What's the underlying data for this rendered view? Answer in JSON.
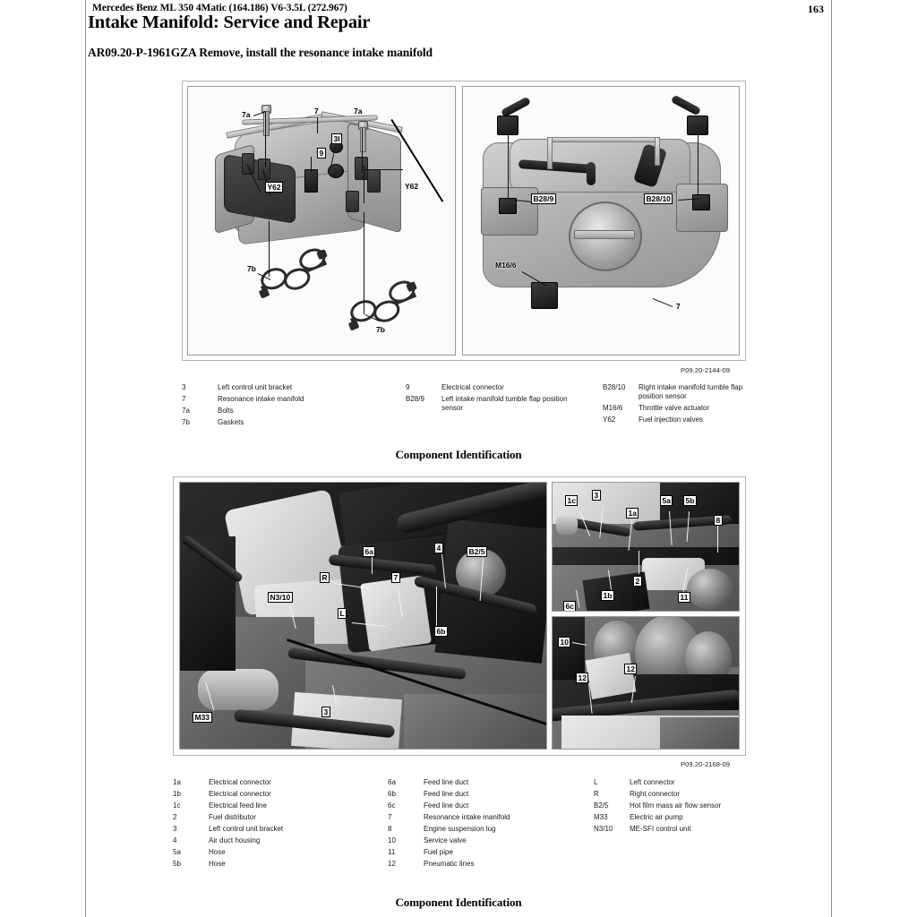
{
  "page": {
    "running_head": "Mercedes Benz ML 350 4Matic (164.186) V6-3.5L (272.967)",
    "page_number": "163",
    "document_title": "Intake Manifold: Service and Repair",
    "procedure_title": "AR09.20-P-1961GZA Remove, install the resonance intake manifold"
  },
  "figure1": {
    "figure_id": "P09.20-2144-09",
    "caption": "Component Identification",
    "callouts_left": [
      "7a",
      "7",
      "7a",
      "3l",
      "9",
      "Y62",
      "Y62",
      "7b",
      "7b"
    ],
    "callouts_right": [
      "B28/9",
      "B28/10",
      "M16/6",
      "7"
    ],
    "legend": [
      [
        {
          "key": "3",
          "value": "Left control unit bracket"
        },
        {
          "key": "7",
          "value": "Resonance intake manifold"
        },
        {
          "key": "7a",
          "value": "Bolts"
        },
        {
          "key": "7b",
          "value": "Gaskets"
        }
      ],
      [
        {
          "key": "9",
          "value": "Electrical connector"
        },
        {
          "key": "B28/9",
          "value": "Left intake manifold tumble flap position sensor"
        }
      ],
      [
        {
          "key": "B28/10",
          "value": "Right intake manifold tumble flap position sensor"
        },
        {
          "key": "M16/6",
          "value": "Throttle valve actuator"
        },
        {
          "key": "Y62",
          "value": "Fuel injection valves"
        }
      ]
    ]
  },
  "figure2": {
    "figure_id": "P09.20-2168-09",
    "caption": "Component Identification",
    "callouts_main": [
      "6a",
      "4",
      "B2/5",
      "R",
      "7",
      "N3/10",
      "L",
      "6b",
      "3",
      "M33"
    ],
    "callouts_top_right": [
      "1c",
      "3",
      "1a",
      "5a",
      "5b",
      "8",
      "2",
      "1b",
      "11",
      "6c"
    ],
    "callouts_bottom_right": [
      "10",
      "12",
      "12"
    ],
    "legend": [
      [
        {
          "key": "1a",
          "value": "Electrical connector"
        },
        {
          "key": "1b",
          "value": "Electrical connector"
        },
        {
          "key": "1c",
          "value": "Electrical feed line"
        },
        {
          "key": "2",
          "value": "Fuel distributor"
        },
        {
          "key": "3",
          "value": "Left control unit bracket"
        },
        {
          "key": "4",
          "value": "Air duct housing"
        },
        {
          "key": "5a",
          "value": "Hose"
        },
        {
          "key": "5b",
          "value": "Hose"
        }
      ],
      [
        {
          "key": "6a",
          "value": "Feed line duct"
        },
        {
          "key": "6b",
          "value": "Feed line duct"
        },
        {
          "key": "6c",
          "value": "Feed line duct"
        },
        {
          "key": "7",
          "value": "Resonance intake manifold"
        },
        {
          "key": "8",
          "value": "Engine suspension lug"
        },
        {
          "key": "10",
          "value": "Service valve"
        },
        {
          "key": "11",
          "value": "Fuel pipe"
        },
        {
          "key": "12",
          "value": "Pneumatic lines"
        }
      ],
      [
        {
          "key": "L",
          "value": "Left connector"
        },
        {
          "key": "R",
          "value": "Right connector"
        },
        {
          "key": "B2/5",
          "value": "Hot film mass air flow sensor"
        },
        {
          "key": "M33",
          "value": "Electric air pump"
        },
        {
          "key": "N3/10",
          "value": "ME-SFI control unit"
        }
      ]
    ]
  }
}
